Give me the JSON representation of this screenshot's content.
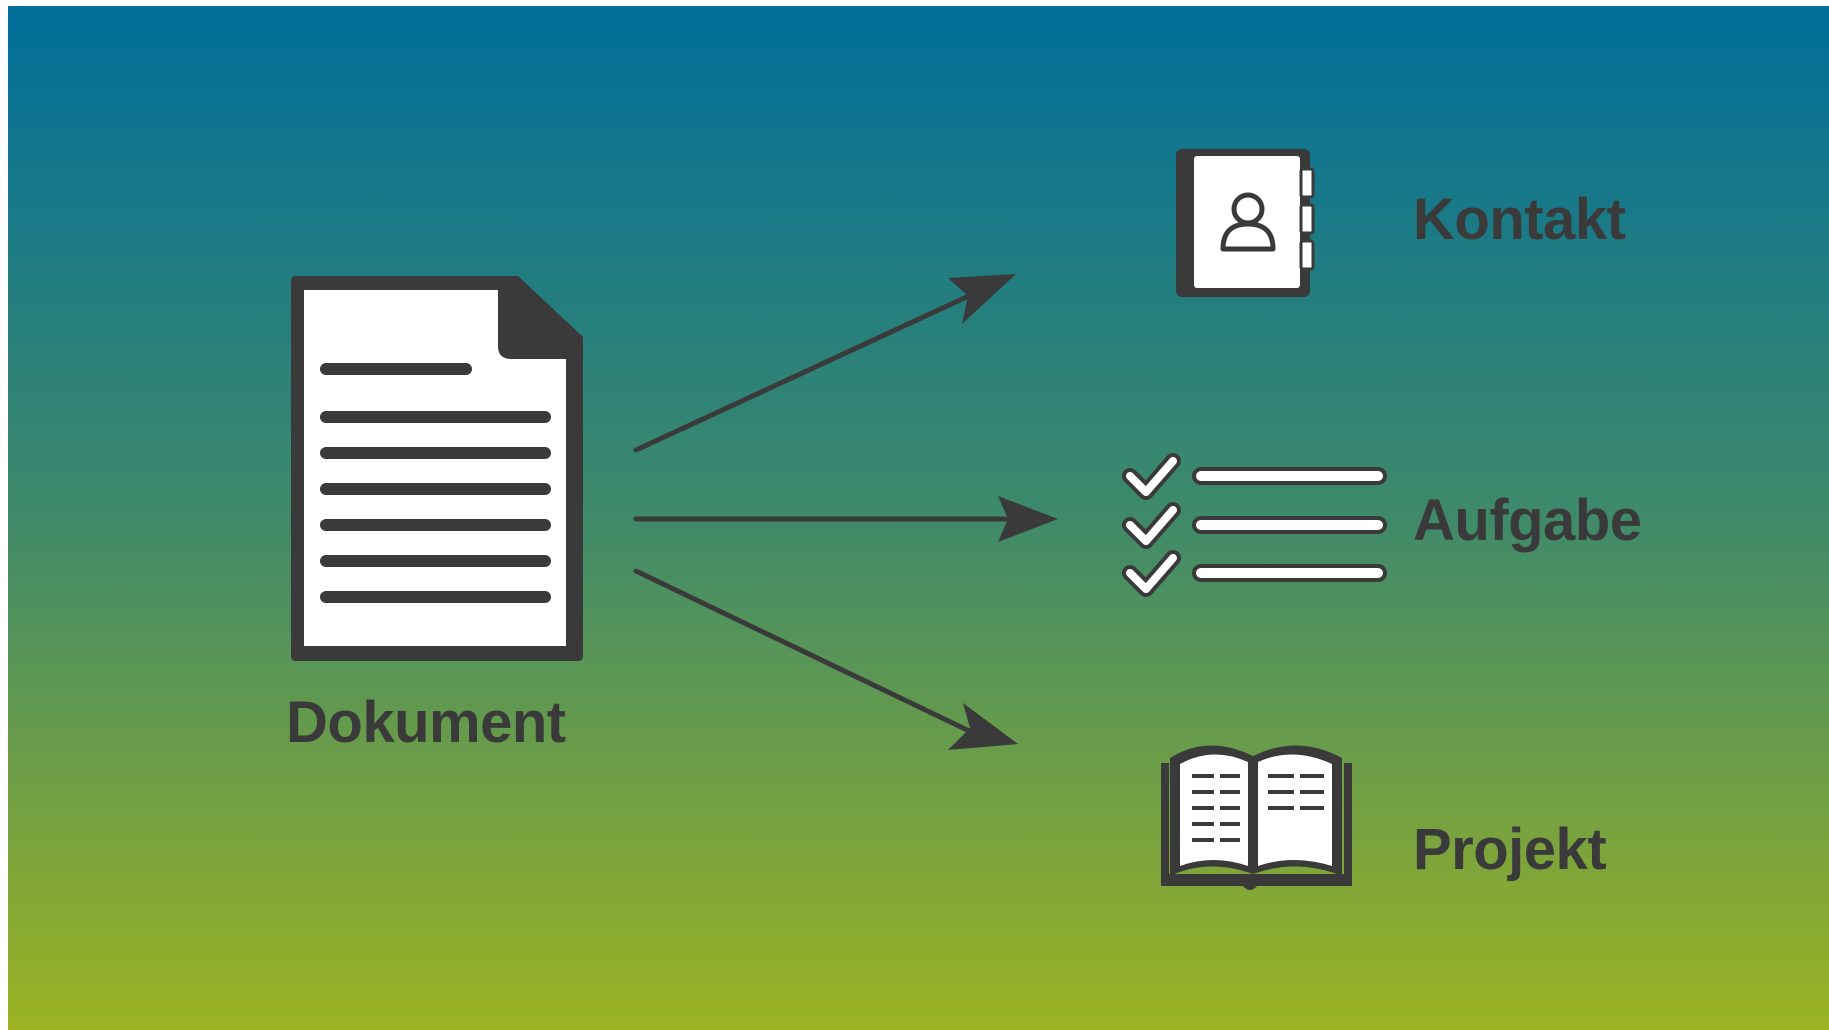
{
  "colors": {
    "gradient_top": "#006e9b",
    "gradient_mid": "#3f8a6a",
    "gradient_bottom": "#9cb223",
    "ink": "#3a3a3a",
    "paper": "#ffffff"
  },
  "nodes": {
    "source": {
      "label": "Dokument",
      "icon": "document-icon"
    },
    "targets": [
      {
        "label": "Kontakt",
        "icon": "address-book-icon"
      },
      {
        "label": "Aufgabe",
        "icon": "checklist-icon"
      },
      {
        "label": "Projekt",
        "icon": "open-book-icon"
      }
    ]
  }
}
